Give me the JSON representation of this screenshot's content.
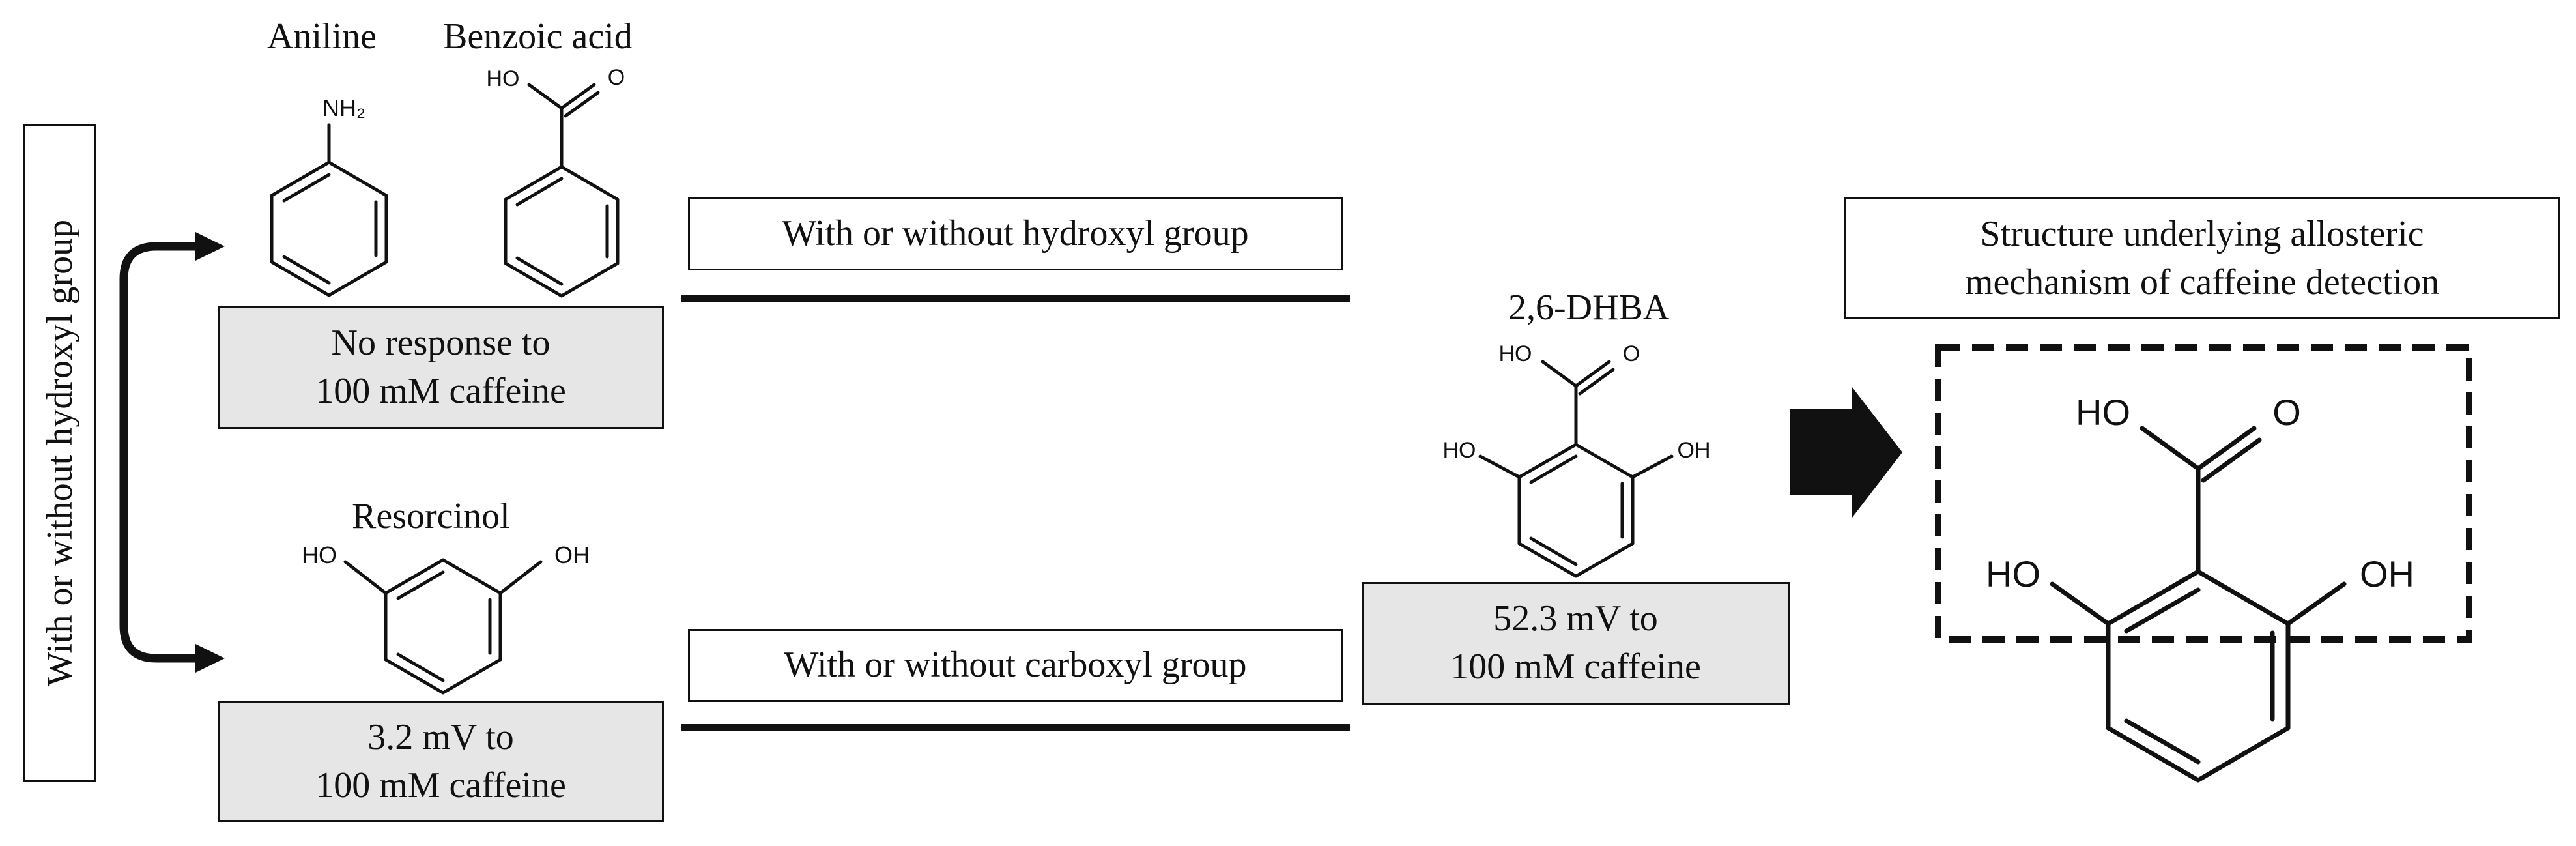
{
  "compounds": {
    "aniline": {
      "name": "Aniline",
      "substituent": "NH₂"
    },
    "benzoic_acid": {
      "name": "Benzoic acid",
      "oh": "HO",
      "o": "O"
    },
    "resorcinol": {
      "name": "Resorcinol",
      "oh_left": "HO",
      "oh_right": "OH"
    },
    "dhba": {
      "name": "2,6-DHBA",
      "cooh_oh": "HO",
      "cooh_o": "O",
      "oh_left": "HO",
      "oh_right": "OH"
    }
  },
  "responses": {
    "aniline_benzoic": {
      "line1": "No response to",
      "line2": "100 mM caffeine"
    },
    "resorcinol": {
      "line1": "3.2 mV to",
      "line2": "100 mM caffeine"
    },
    "dhba": {
      "line1": "52.3 mV to",
      "line2": "100 mM caffeine"
    }
  },
  "relations": {
    "vertical": "With or without hydroxyl group",
    "top": "With or without hydroxyl group",
    "bottom": "With or without carboxyl group"
  },
  "conclusion": {
    "line1": "Structure underlying allosteric",
    "line2": "mechanism of caffeine detection",
    "cooh_oh": "HO",
    "cooh_o": "O",
    "oh_left": "HO",
    "oh_right": "OH"
  },
  "colors": {
    "box_fill": "#e6e6e6",
    "line": "#111111",
    "background": "#ffffff"
  }
}
